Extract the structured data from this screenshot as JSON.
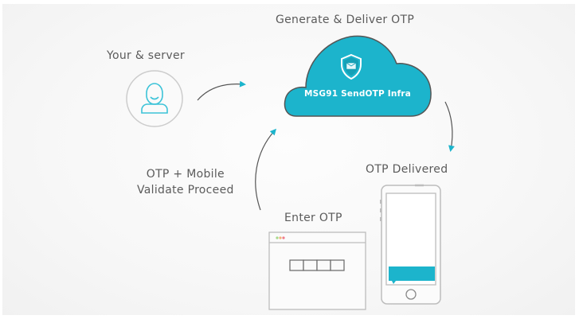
{
  "title": "Generate & Deliver OTP",
  "nodes": {
    "server": {
      "label": "Your & server",
      "icon": "user-icon"
    },
    "cloud": {
      "label": "MSG91 SendOTP Infra",
      "icon": "shield-mail-icon",
      "color": "#1cb4cc"
    },
    "delivered": {
      "label": "OTP Delivered",
      "icon": "smartphone-icon"
    },
    "enter": {
      "label": "Enter OTP",
      "icon": "browser-window-icon",
      "otp_boxes": 4
    },
    "validate": {
      "line1": "OTP + Mobile",
      "line2": "Validate Proceed"
    }
  },
  "colors": {
    "accent": "#1cb4cc",
    "outline": "#c8c8c8",
    "text": "#5b5b5b",
    "arrow": "#555555",
    "dot_green": "#a6d98a",
    "dot_orange": "#f4b27a",
    "dot_red": "#f07c8c"
  },
  "arrows": [
    {
      "from": "server",
      "to": "cloud"
    },
    {
      "from": "cloud",
      "to": "delivered"
    },
    {
      "from": "enter",
      "to": "cloud"
    }
  ]
}
